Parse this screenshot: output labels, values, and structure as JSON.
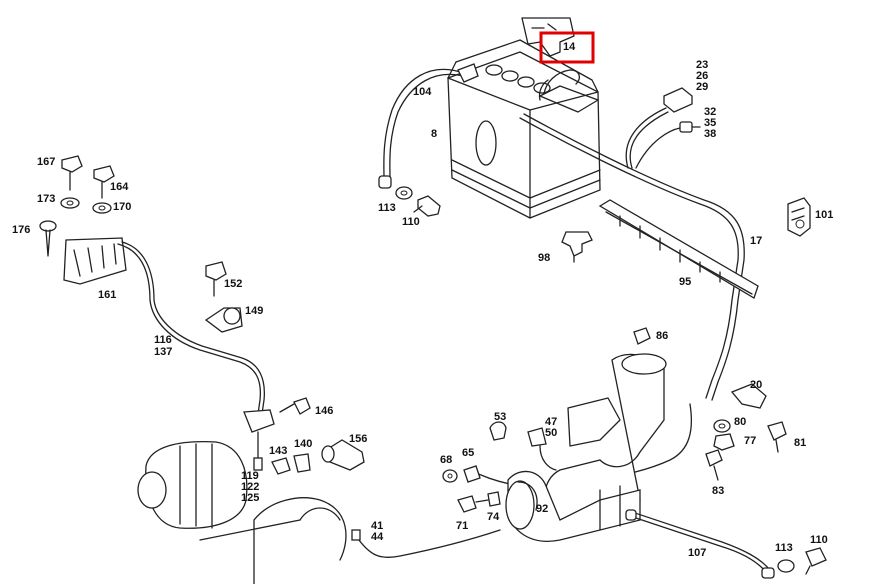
{
  "diagram": {
    "highlight_color": "#e00000",
    "labels": {
      "l14": "14",
      "l8": "8",
      "l104": "104",
      "l113a": "113",
      "l110a": "110",
      "l23": "23",
      "l26": "26",
      "l29": "29",
      "l32": "32",
      "l35": "35",
      "l38": "38",
      "l101": "101",
      "l17": "17",
      "l98": "98",
      "l95": "95",
      "l167": "167",
      "l164": "164",
      "l173": "173",
      "l170": "170",
      "l176": "176",
      "l161": "161",
      "l152": "152",
      "l149": "149",
      "l116": "116",
      "l137": "137",
      "l146": "146",
      "l86": "86",
      "l20": "20",
      "l80": "80",
      "l77": "77",
      "l81": "81",
      "l83": "83",
      "l53": "53",
      "l47": "47",
      "l50": "50",
      "l68": "68",
      "l65": "65",
      "l143": "143",
      "l140": "140",
      "l156": "156",
      "l119": "119",
      "l122": "122",
      "l125": "125",
      "l71": "71",
      "l74": "74",
      "l92": "92",
      "l41": "41",
      "l44": "44",
      "l107": "107",
      "l113b": "113",
      "l110b": "110"
    }
  }
}
